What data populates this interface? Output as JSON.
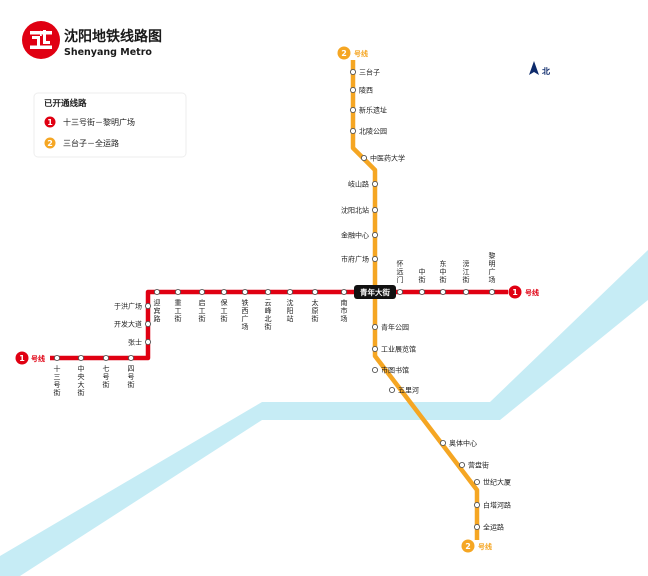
{
  "title": {
    "chinese": "沈阳地铁线路图",
    "english": "Shenyang Metro"
  },
  "north": "北",
  "legend": {
    "title": "已开通线路",
    "items": [
      {
        "number": "1",
        "label": "十三号街－黎明广场",
        "color": "#e00012"
      },
      {
        "number": "2",
        "label": "三台子－全运路",
        "color": "#f5a623"
      }
    ]
  },
  "colors": {
    "line1": "#e00012",
    "line2": "#f5a623",
    "river": "#c6ecf5",
    "interchange": "#111111"
  },
  "line_labels": {
    "line1_west": {
      "number": "1",
      "suffix": "号线"
    },
    "line1_east": {
      "number": "1",
      "suffix": "号线"
    },
    "line2_north": {
      "number": "2",
      "suffix": "号线"
    },
    "line2_south": {
      "number": "2",
      "suffix": "号线"
    }
  },
  "interchange": "青年大街",
  "line1_stations": {
    "bottom": [
      "十三号街",
      "中央大街",
      "七号街",
      "四号街"
    ],
    "side": [
      "张士",
      "开发大道",
      "于洪广场"
    ],
    "top": [
      "迎宾路",
      "重工街",
      "启工街",
      "保工街",
      "铁西广场",
      "云峰北街",
      "沈阳站",
      "太原街",
      "南市场"
    ],
    "east": [
      "怀远门",
      "中街",
      "东中街",
      "滂江街",
      "黎明广场"
    ]
  },
  "line2_stations": {
    "north": [
      "三台子",
      "陵西",
      "新乐遗址",
      "北陵公园",
      "中医药大学",
      "岐山路",
      "沈阳北站",
      "金融中心",
      "市府广场"
    ],
    "south": [
      "青年公园",
      "工业展览馆",
      "市图书馆",
      "五里河",
      "奥体中心",
      "营盘街",
      "世纪大厦",
      "白塔河路",
      "全运路"
    ]
  }
}
